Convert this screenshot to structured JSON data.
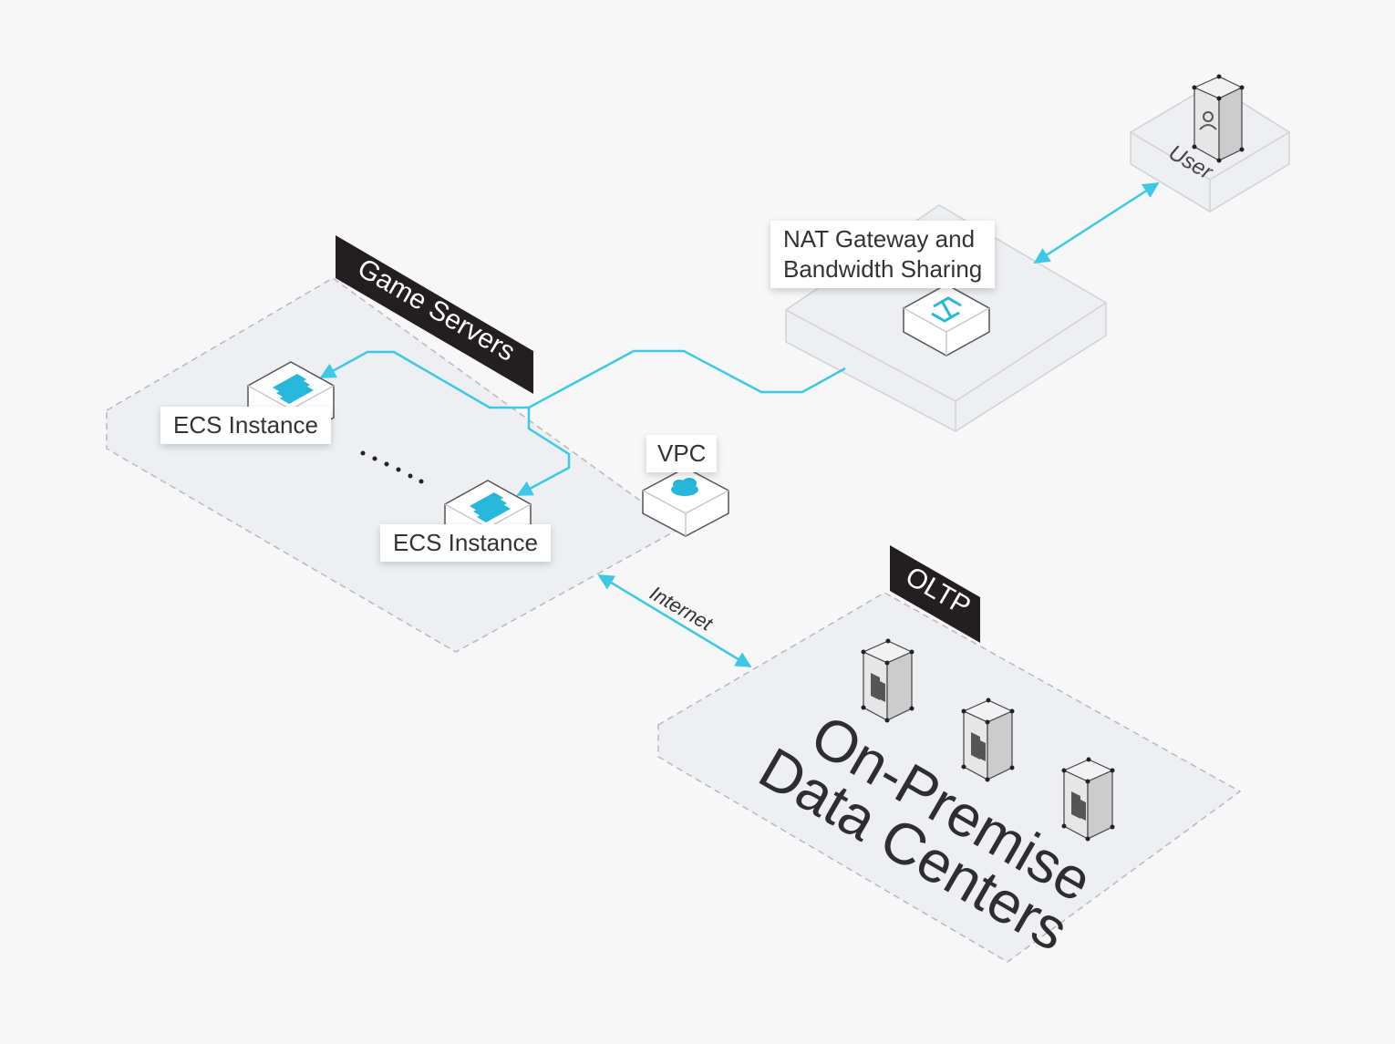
{
  "zones": {
    "game_servers": "Game Servers",
    "oltp": "OLTP",
    "data_centers_line1": "On-Premise",
    "data_centers_line2": "Data Centers",
    "user": "User"
  },
  "nodes": {
    "nat_line1": "NAT Gateway and",
    "nat_line2": "Bandwidth Sharing",
    "vpc": "VPC",
    "ecs_1": "ECS Instance",
    "ecs_2": "ECS Instance"
  },
  "links": {
    "internet": "Internet"
  },
  "icons": {
    "ecs": "server-icon",
    "nat": "nat-gateway-icon",
    "vpc": "cloud-icon",
    "user": "user-icon",
    "datacenter": "storage-icon"
  },
  "colors": {
    "background": "#f7f7f7",
    "platform": "#edeff2",
    "accent": "#3cc8e6",
    "tag": "#231f20"
  }
}
